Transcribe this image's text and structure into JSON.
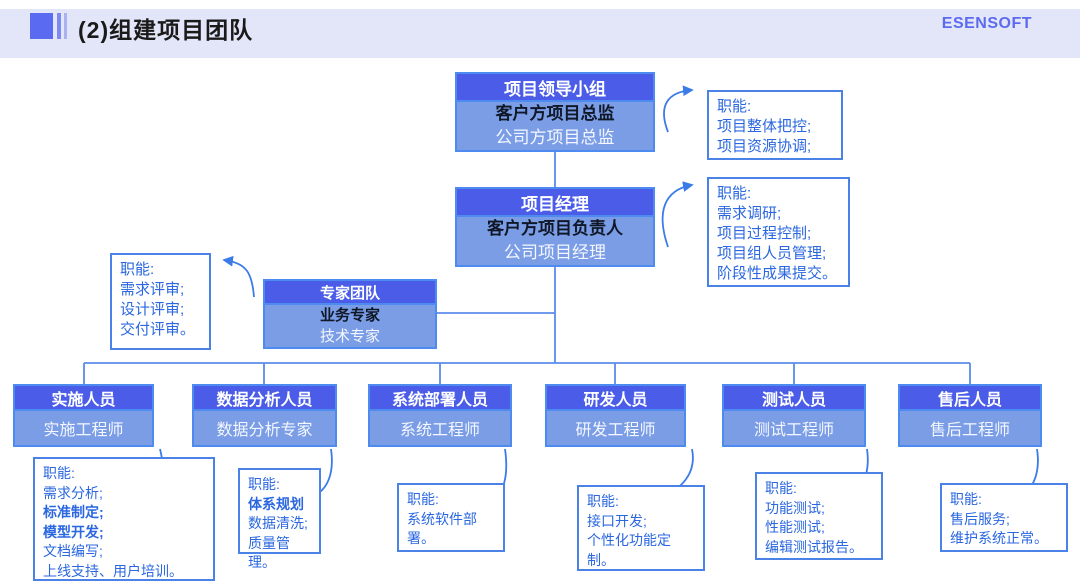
{
  "header": {
    "title": "(2)组建项目团队",
    "brand": "ESENSOFT"
  },
  "boxes": {
    "leader": {
      "title": "项目领导小组",
      "primary": "客户方项目总监",
      "secondary": "公司方项目总监"
    },
    "pm": {
      "title": "项目经理",
      "primary": "客户方项目负责人",
      "secondary": "公司项目经理"
    },
    "expert": {
      "title": "专家团队",
      "primary": "业务专家",
      "secondary": "技术专家"
    },
    "teams": [
      {
        "title": "实施人员",
        "role": "实施工程师"
      },
      {
        "title": "数据分析人员",
        "role": "数据分析专家"
      },
      {
        "title": "系统部署人员",
        "role": "系统工程师"
      },
      {
        "title": "研发人员",
        "role": "研发工程师"
      },
      {
        "title": "测试人员",
        "role": "测试工程师"
      },
      {
        "title": "售后人员",
        "role": "售后工程师"
      }
    ]
  },
  "annotations": {
    "leader": {
      "lines": [
        "职能:",
        "项目整体把控;",
        "项目资源协调;"
      ]
    },
    "pm": {
      "lines": [
        "职能:",
        "需求调研;",
        "项目过程控制;",
        "项目组人员管理;",
        "阶段性成果提交。"
      ]
    },
    "expert": {
      "lines": [
        "职能:",
        "需求评审;",
        "设计评审;",
        "交付评审。"
      ]
    },
    "impl": {
      "lines": [
        "职能:",
        "需求分析;",
        "标准制定;",
        "模型开发;",
        "文档编写;",
        "上线支持、用户培训。"
      ]
    },
    "data": {
      "lines": [
        "职能:",
        "体系规划",
        "数据清洗;",
        "质量管理。"
      ]
    },
    "sys": {
      "lines": [
        "职能:",
        "系统软件部",
        "署。"
      ]
    },
    "dev": {
      "lines": [
        "职能:",
        "接口开发;",
        "个性化功能定",
        "制。"
      ]
    },
    "test": {
      "lines": [
        "职能:",
        "功能测试;",
        "性能测试;",
        "编辑测试报告。"
      ]
    },
    "after": {
      "lines": [
        "职能:",
        "售后服务;",
        "维护系统正常。"
      ]
    }
  },
  "colors": {
    "box_header_bg": "#4A5CE8",
    "box_body_bg": "#7A9DE6",
    "box_border": "#4D8BF0",
    "annotation_text": "#2A67E0",
    "annotation_border": "#4A82E8",
    "connector": "#5B8BEA",
    "arrow": "#3B7BE8",
    "brand_text": "#5B6AEF",
    "titlebar_bg": "#E3E6F8"
  }
}
